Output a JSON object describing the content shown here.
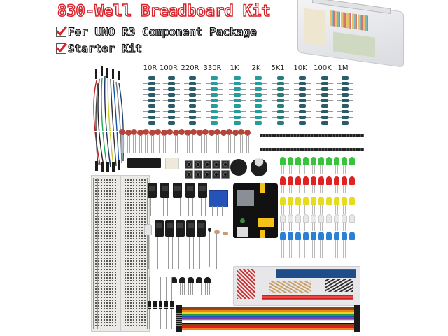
{
  "header": {
    "title": "830-Well Breadboard Kit",
    "features": [
      {
        "label": "For UNO R3 Component Package",
        "checked": true
      },
      {
        "label": "Starter Kit",
        "checked": true
      }
    ],
    "accent_color": "#d8232a"
  },
  "resistors": {
    "labels": [
      "10R",
      "100R",
      "220R",
      "330R",
      "1K",
      "2K",
      "5K1",
      "10K",
      "100K",
      "1M"
    ],
    "count_per_value": 9
  },
  "components": [
    {
      "name": "jumper-wires-bundle"
    },
    {
      "name": "ceramic-capacitors",
      "count": 22
    },
    {
      "name": "pin-headers",
      "count": 2
    },
    {
      "name": "ic-chip-74hc595"
    },
    {
      "name": "optocoupler"
    },
    {
      "name": "tactile-buttons",
      "count": 10
    },
    {
      "name": "buzzers",
      "count": 2
    },
    {
      "name": "breadboard-830"
    },
    {
      "name": "electrolytic-capacitors",
      "count": 10
    },
    {
      "name": "potentiometer"
    },
    {
      "name": "power-supply-module"
    },
    {
      "name": "leds",
      "colors": [
        "green",
        "red",
        "yellow",
        "white",
        "blue"
      ],
      "count_per_color": 10
    },
    {
      "name": "rgb-led"
    },
    {
      "name": "photoresistors"
    },
    {
      "name": "transistors",
      "count": 5
    },
    {
      "name": "diodes",
      "count": 5
    },
    {
      "name": "jumper-wire-tray"
    },
    {
      "name": "dupont-ribbon-cable"
    },
    {
      "name": "storage-box"
    }
  ],
  "colors": {
    "led_green": "#35c43a",
    "led_red": "#e02222",
    "led_yellow": "#e6dc1c",
    "led_white": "#e8e8e8",
    "led_blue": "#2a7fd6",
    "ceramic_cap": "#b5453a",
    "potentiometer": "#2653b8"
  }
}
